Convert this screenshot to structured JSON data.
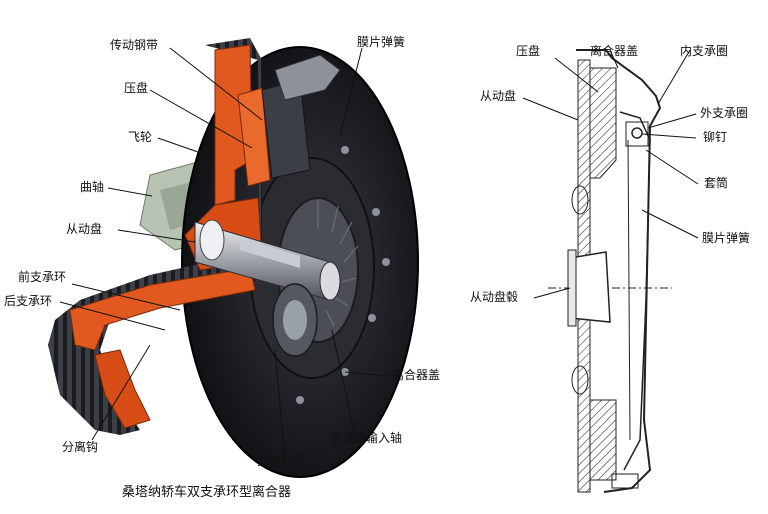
{
  "left_labels": {
    "steel_strap": "传动钢带",
    "diaphragm_spring": "膜片弹簧",
    "pressure_plate": "压盘",
    "flywheel": "飞轮",
    "crankshaft": "曲轴",
    "driven_disc": "从动盘",
    "front_ring": "前支承环",
    "rear_ring": "后支承环",
    "clutch_cover": "离合器盖",
    "input_shaft": "变速器输入轴",
    "release_bearing": "分离轴承",
    "release_hook": "分离钩"
  },
  "caption": "桑塔纳轿车双支承环型离合器",
  "right_labels": {
    "pressure_plate": "压盘",
    "clutch_cover": "离合器盖",
    "inner_ring": "内支承圈",
    "driven_disc": "从动盘",
    "outer_ring": "外支承圈",
    "rivet": "铆钉",
    "sleeve": "套筒",
    "diaphragm_spring": "膜片弹簧",
    "driven_hub": "从动盘毂"
  }
}
